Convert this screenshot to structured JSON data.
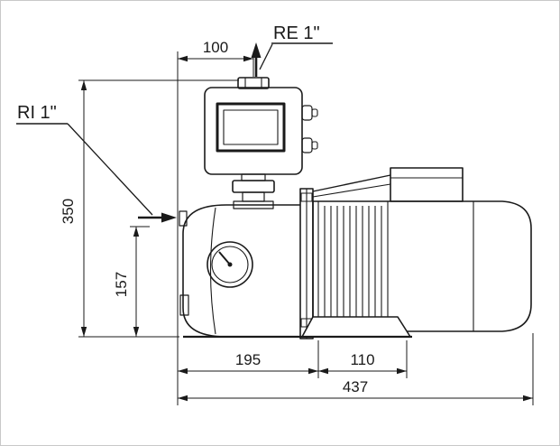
{
  "diagram": {
    "ports": {
      "outlet_label": "RE 1\"",
      "inlet_label": "RI 1\""
    },
    "dimensions": {
      "top_offset": "100",
      "total_height": "350",
      "inlet_center_height": "157",
      "pump_section_length": "195",
      "foot_section_length": "110",
      "total_length": "437"
    },
    "colors": {
      "line": "#1a1a1a",
      "background": "#ffffff"
    }
  }
}
